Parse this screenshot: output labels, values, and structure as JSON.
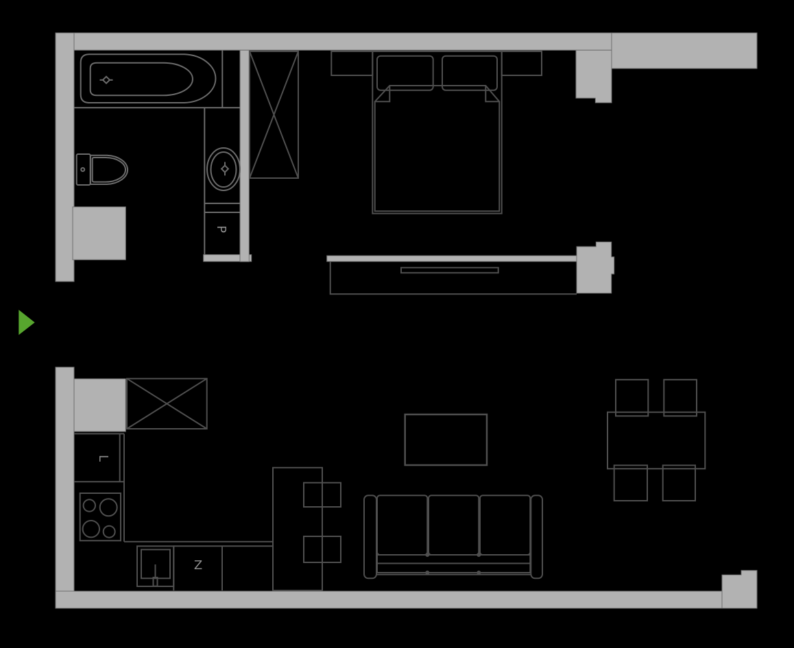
{
  "plan": {
    "kind": "apartment-floor-plan",
    "background": "#000000"
  },
  "colors": {
    "wall_fill": "#b2b2b2",
    "wall_edge": "#6f6f6f",
    "fixture_line": "#6b6b6b",
    "furniture_line": "#4f4f4f",
    "label_text": "#8c8c8c",
    "entrance_arrow": "#57a52e"
  },
  "labels": {
    "fridge": "L",
    "washing_machine": "P",
    "dishwasher": "Z"
  },
  "icons": {
    "entrance_arrow": "right-pointing-triangle"
  }
}
